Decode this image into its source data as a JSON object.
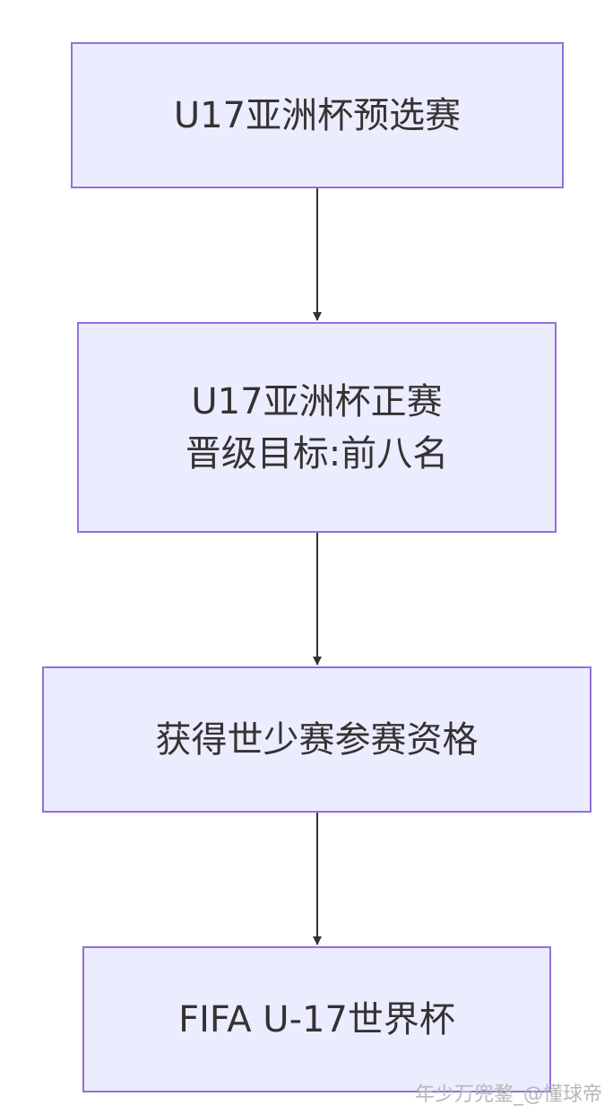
{
  "nodes": [
    {
      "lines": [
        "U17亚洲杯预选赛"
      ]
    },
    {
      "lines": [
        "U17亚洲杯正赛",
        "晋级目标:前八名"
      ]
    },
    {
      "lines": [
        "获得世少赛参赛资格"
      ]
    },
    {
      "lines": [
        "FIFA U-17世界杯"
      ]
    }
  ],
  "edges": [
    {
      "from": 0,
      "to": 1
    },
    {
      "from": 1,
      "to": 2
    },
    {
      "from": 2,
      "to": 3
    }
  ],
  "watermark": "年少万兜鍪_@懂球帝",
  "colors": {
    "node_fill": "#ececff",
    "node_border": "#9370db",
    "text": "#333333",
    "edge": "#333333",
    "watermark": "#b8b8b8"
  }
}
